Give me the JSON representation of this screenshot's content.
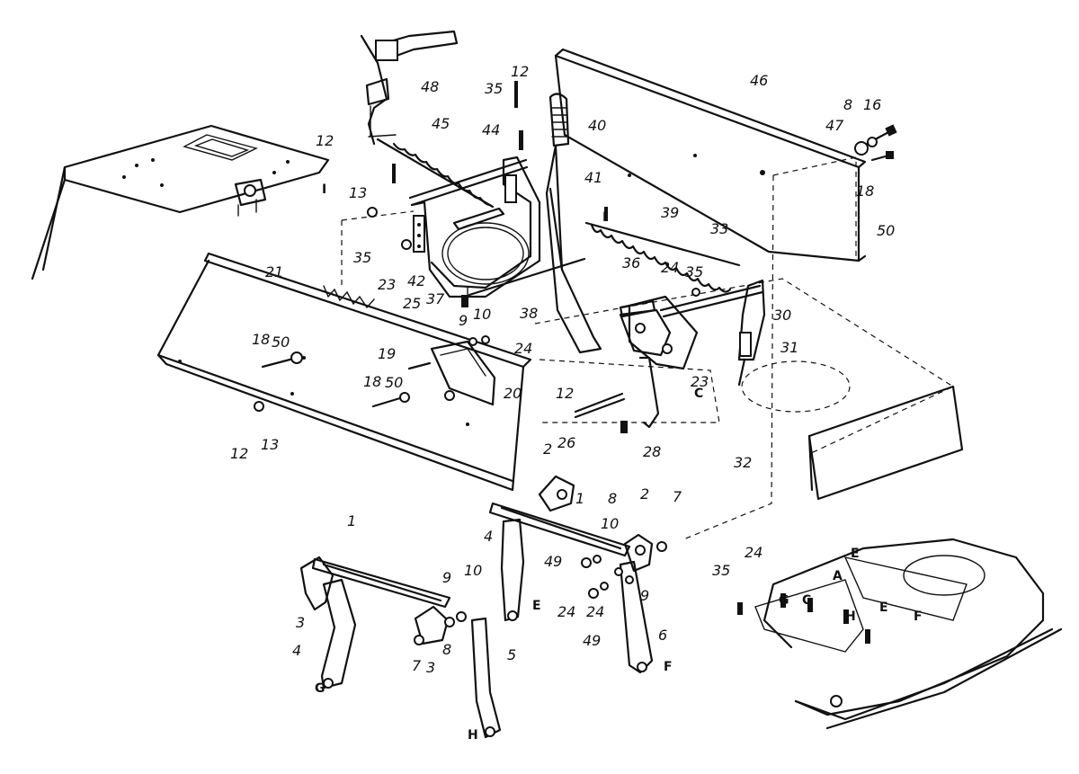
{
  "callouts": [
    {
      "id": "c1",
      "text": "1"
    },
    {
      "id": "c2",
      "text": "1"
    },
    {
      "id": "c3",
      "text": "2"
    },
    {
      "id": "c4",
      "text": "2"
    },
    {
      "id": "c5",
      "text": "3"
    },
    {
      "id": "c6",
      "text": "3"
    },
    {
      "id": "c7",
      "text": "4"
    },
    {
      "id": "c8",
      "text": "4"
    },
    {
      "id": "c9",
      "text": "5"
    },
    {
      "id": "c10",
      "text": "6"
    },
    {
      "id": "c11",
      "text": "7"
    },
    {
      "id": "c12",
      "text": "7"
    },
    {
      "id": "c13",
      "text": "8"
    },
    {
      "id": "c14",
      "text": "8"
    },
    {
      "id": "c15",
      "text": "8"
    },
    {
      "id": "c16",
      "text": "9"
    },
    {
      "id": "c17",
      "text": "9"
    },
    {
      "id": "c18",
      "text": "9"
    },
    {
      "id": "c19",
      "text": "10"
    },
    {
      "id": "c20",
      "text": "10"
    },
    {
      "id": "c21",
      "text": "10"
    },
    {
      "id": "c22",
      "text": "12"
    },
    {
      "id": "c23",
      "text": "12"
    },
    {
      "id": "c24",
      "text": "12"
    },
    {
      "id": "c25",
      "text": "12"
    },
    {
      "id": "c26",
      "text": "13"
    },
    {
      "id": "c27",
      "text": "13"
    },
    {
      "id": "c28",
      "text": "16"
    },
    {
      "id": "c29",
      "text": "18"
    },
    {
      "id": "c30",
      "text": "18"
    },
    {
      "id": "c31",
      "text": "18"
    },
    {
      "id": "c32",
      "text": "19"
    },
    {
      "id": "c33",
      "text": "20"
    },
    {
      "id": "c34",
      "text": "21"
    },
    {
      "id": "c35",
      "text": "23"
    },
    {
      "id": "c36",
      "text": "23"
    },
    {
      "id": "c37",
      "text": "24"
    },
    {
      "id": "c38",
      "text": "24"
    },
    {
      "id": "c39",
      "text": "24"
    },
    {
      "id": "c40",
      "text": "24"
    },
    {
      "id": "c41",
      "text": "24"
    },
    {
      "id": "c42",
      "text": "25"
    },
    {
      "id": "c43",
      "text": "26"
    },
    {
      "id": "c44",
      "text": "28"
    },
    {
      "id": "c45",
      "text": "30"
    },
    {
      "id": "c46",
      "text": "31"
    },
    {
      "id": "c47",
      "text": "32"
    },
    {
      "id": "c48",
      "text": "33"
    },
    {
      "id": "c49",
      "text": "35"
    },
    {
      "id": "c50",
      "text": "35"
    },
    {
      "id": "c51",
      "text": "35"
    },
    {
      "id": "c52",
      "text": "35"
    },
    {
      "id": "c53",
      "text": "36"
    },
    {
      "id": "c54",
      "text": "37"
    },
    {
      "id": "c55",
      "text": "38"
    },
    {
      "id": "c56",
      "text": "39"
    },
    {
      "id": "c57",
      "text": "40"
    },
    {
      "id": "c58",
      "text": "41"
    },
    {
      "id": "c59",
      "text": "42"
    },
    {
      "id": "c60",
      "text": "44"
    },
    {
      "id": "c61",
      "text": "45"
    },
    {
      "id": "c62",
      "text": "46"
    },
    {
      "id": "c63",
      "text": "47"
    },
    {
      "id": "c64",
      "text": "48"
    },
    {
      "id": "c65",
      "text": "49"
    },
    {
      "id": "c66",
      "text": "49"
    },
    {
      "id": "c67",
      "text": "50"
    },
    {
      "id": "c68",
      "text": "50"
    },
    {
      "id": "c69",
      "text": "50"
    }
  ],
  "connector_letters": [
    {
      "id": "L1",
      "text": "I"
    },
    {
      "id": "L2",
      "text": "I"
    },
    {
      "id": "L3",
      "text": "E"
    },
    {
      "id": "L4",
      "text": "E"
    },
    {
      "id": "L5",
      "text": "F"
    },
    {
      "id": "L6",
      "text": "F"
    },
    {
      "id": "L7",
      "text": "G"
    },
    {
      "id": "L8",
      "text": "G"
    },
    {
      "id": "L9",
      "text": "H"
    },
    {
      "id": "L10",
      "text": "H"
    },
    {
      "id": "L11",
      "text": "C"
    },
    {
      "id": "L12",
      "text": "C"
    },
    {
      "id": "L13",
      "text": "A"
    },
    {
      "id": "L14",
      "text": "E"
    }
  ],
  "colors": {
    "ink": "#111111",
    "paper": "#ffffff"
  }
}
